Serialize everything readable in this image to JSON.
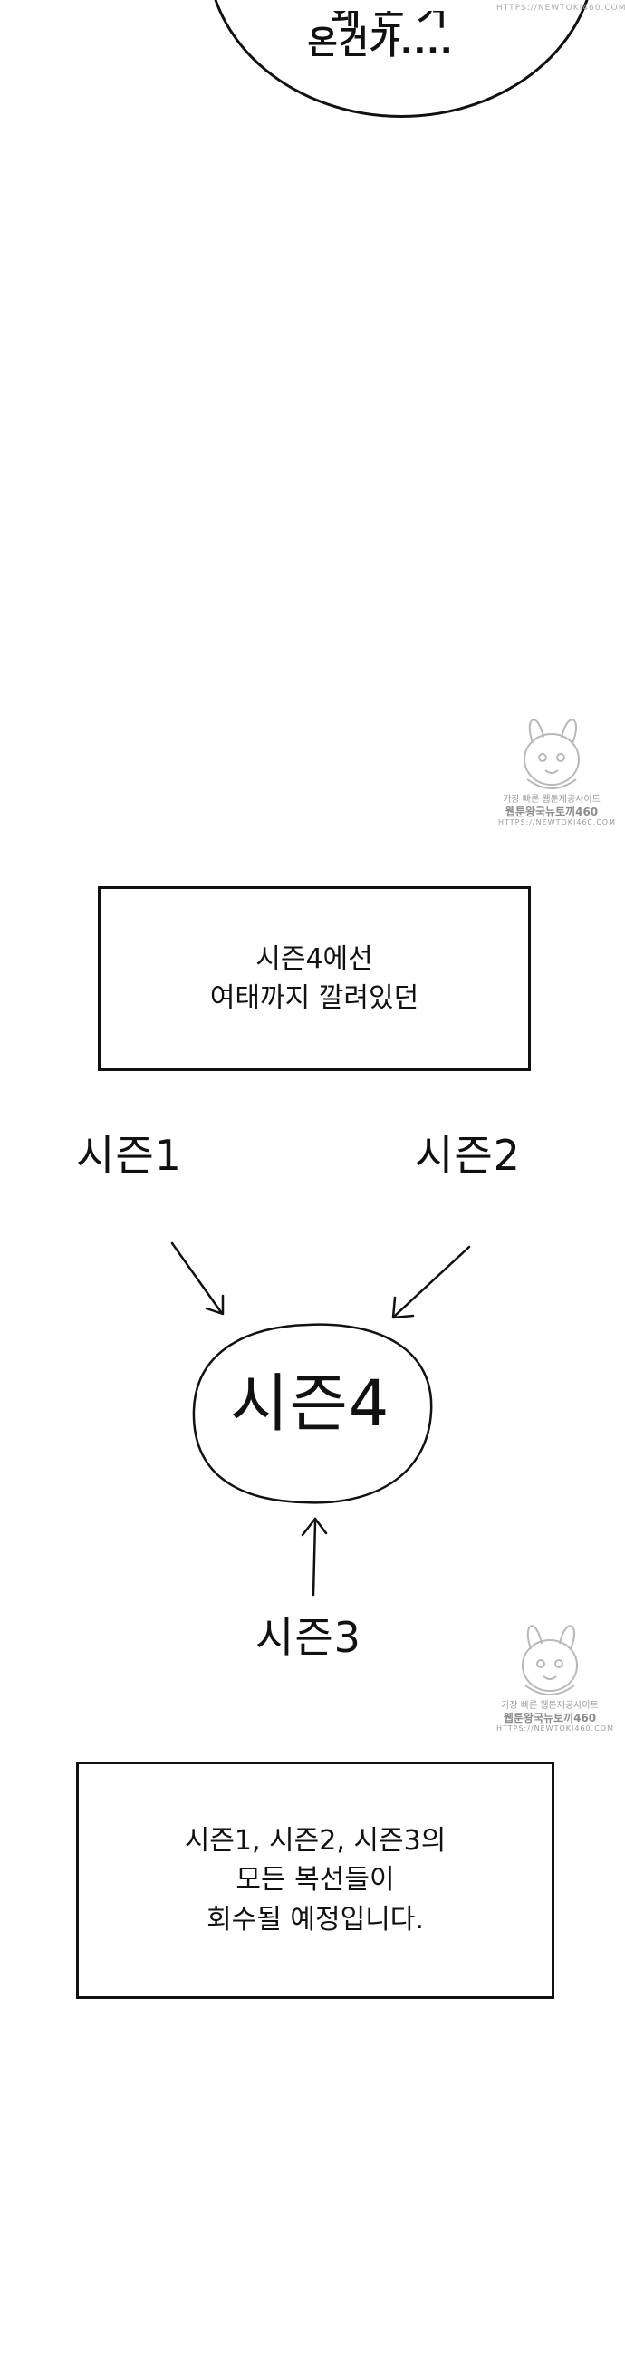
{
  "speech_bubble": {
    "line1": "왜 온 거",
    "line2": "온건가...."
  },
  "watermarks": [
    {
      "url_top": "HTTPS://NEWTOKI460.COM",
      "line1": "가장 빠른 웹툰제공사이트",
      "line2": "웹툰왕국뉴토끼460",
      "line3": "HTTPS://NEWTOKI460.COM"
    },
    {
      "line1": "가장 빠른 웹툰제공사이트",
      "line2": "웹툰왕국뉴토끼460",
      "line3": "HTTPS://NEWTOKI460.COM"
    }
  ],
  "caption1": {
    "lines": [
      "시즌4에선",
      "여태까지 깔려있던"
    ]
  },
  "diagram": {
    "season1": "시즌1",
    "season2": "시즌2",
    "season3": "시즌3",
    "season4": "시즌4"
  },
  "caption2": {
    "lines": [
      "시즌1, 시즌2, 시즌3의",
      "모든 복선들이",
      "회수될 예정입니다."
    ]
  }
}
